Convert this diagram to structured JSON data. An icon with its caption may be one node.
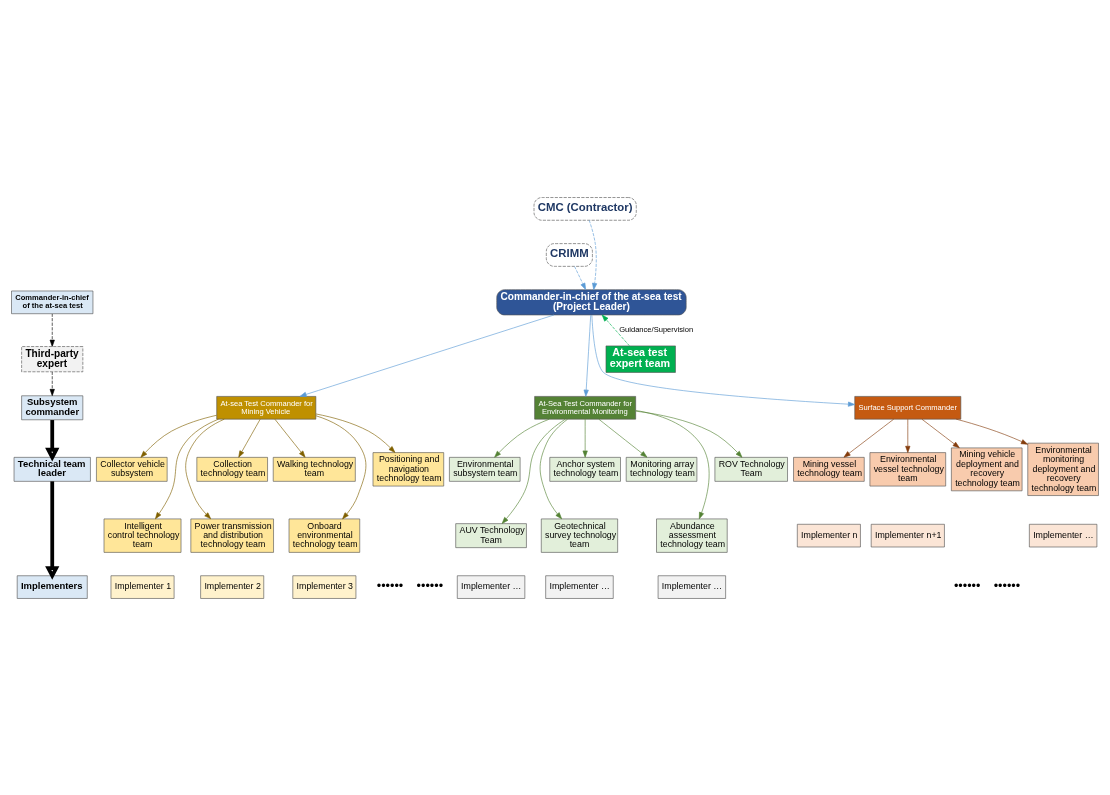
{
  "diagram": {
    "nodes": [
      {
        "text": [
          "Commander-in-chief of the at-sea test"
        ]
      },
      {
        "text": [
          "Third-party expert"
        ]
      },
      {
        "text": [
          "Subsystem commander"
        ]
      },
      {
        "text": [
          "Technical team leader"
        ]
      },
      {
        "text": [
          "Implementers"
        ]
      },
      {
        "text": [
          "CMC (Contractor)"
        ]
      },
      {
        "text": [
          "CRIMM"
        ]
      },
      {
        "text": [
          "Commander-in-chief of the at-sea test (Project Leader)"
        ]
      },
      {
        "text": [
          "At-sea test expert team"
        ]
      },
      {
        "text": [
          "At-sea Test Commander for Mining Vehicle"
        ]
      },
      {
        "text": [
          "At-Sea Test Commander for Environmental Monitoring"
        ]
      },
      {
        "text": [
          "Surface Support Commander"
        ]
      },
      {
        "text": [
          "Collector vehicle subsystem"
        ]
      },
      {
        "text": [
          "Collection technology team"
        ]
      },
      {
        "text": [
          "Walking technology team"
        ]
      },
      {
        "text": [
          "Positioning and navigation technology team"
        ]
      },
      {
        "text": [
          "Intelligent control technology team"
        ]
      },
      {
        "text": [
          "Power transmission and distribution technology team"
        ]
      },
      {
        "text": [
          "Onboard environmental technology team"
        ]
      },
      {
        "text": [
          "Environmental subsystem team"
        ]
      },
      {
        "text": [
          "Anchor system technology team"
        ]
      },
      {
        "text": [
          "Monitoring array technology team"
        ]
      },
      {
        "text": [
          "ROV Technology Team"
        ]
      },
      {
        "text": [
          "AUV Technology Team"
        ]
      },
      {
        "text": [
          "Geotechnical survey technology team"
        ]
      },
      {
        "text": [
          "Abundance assessment technology team"
        ]
      },
      {
        "text": [
          "Mining vehicle deployment and recovery technology team"
        ]
      },
      {
        "text": [
          "Environmental monitoring deployment and recovery technology team"
        ]
      },
      {
        "text": [
          "Mining vessel technology team"
        ]
      },
      {
        "text": [
          "Environmental vessel technology team"
        ]
      },
      {
        "text": [
          "Implementer 1"
        ]
      },
      {
        "text": [
          "Implementer 2"
        ]
      },
      {
        "text": [
          "Implementer 3"
        ]
      },
      {
        "text": [
          "Implementer …"
        ]
      },
      {
        "text": [
          "Implementer …"
        ]
      },
      {
        "text": [
          "Implementer …"
        ]
      },
      {
        "text": [
          "Implementer …"
        ]
      },
      {
        "text": [
          "Implementer n"
        ]
      },
      {
        "text": [
          "Implementer n+1"
        ]
      }
    ],
    "edges": [
      {
        "from": 0,
        "to": 1,
        "arrow": "to",
        "style": "dashed",
        "color": "#000000"
      },
      {
        "from": 1,
        "to": 2,
        "arrow": "to",
        "style": "dashed",
        "color": "#000000"
      },
      {
        "from": 2,
        "to": 3,
        "arrow": "to",
        "style": "thick",
        "color": "#000000"
      },
      {
        "from": 3,
        "to": 4,
        "arrow": "to",
        "style": "thick",
        "color": "#000000"
      },
      {
        "from": 5,
        "to": 7,
        "arrow": "to",
        "style": "dashed",
        "color": "#5b9bd5"
      },
      {
        "from": 6,
        "to": 7,
        "arrow": "to",
        "style": "dashed",
        "color": "#5b9bd5"
      },
      {
        "from": 8,
        "to": 7,
        "arrow": "to",
        "style": "dashed",
        "color": "#00b050",
        "label": "Guidance/Supervision"
      },
      {
        "from": 7,
        "to": 9,
        "arrow": "to",
        "color": "#5b9bd5"
      },
      {
        "from": 7,
        "to": 10,
        "arrow": "to",
        "color": "#5b9bd5"
      },
      {
        "from": 7,
        "to": 11,
        "arrow": "to",
        "color": "#5b9bd5"
      },
      {
        "from": 9,
        "to": 12,
        "arrow": "to",
        "color": "#7f6000"
      },
      {
        "from": 9,
        "to": 13,
        "arrow": "to",
        "color": "#7f6000"
      },
      {
        "from": 9,
        "to": 14,
        "arrow": "to",
        "color": "#7f6000"
      },
      {
        "from": 9,
        "to": 15,
        "arrow": "to",
        "color": "#7f6000"
      },
      {
        "from": 9,
        "to": 16,
        "arrow": "to",
        "color": "#7f6000"
      },
      {
        "from": 9,
        "to": 17,
        "arrow": "to",
        "color": "#7f6000"
      },
      {
        "from": 9,
        "to": 18,
        "arrow": "to",
        "color": "#7f6000"
      },
      {
        "from": 10,
        "to": 19,
        "arrow": "to",
        "color": "#548235"
      },
      {
        "from": 10,
        "to": 20,
        "arrow": "to",
        "color": "#548235"
      },
      {
        "from": 10,
        "to": 21,
        "arrow": "to",
        "color": "#548235"
      },
      {
        "from": 10,
        "to": 22,
        "arrow": "to",
        "color": "#548235"
      },
      {
        "from": 10,
        "to": 23,
        "arrow": "to",
        "color": "#548235"
      },
      {
        "from": 10,
        "to": 24,
        "arrow": "to",
        "color": "#548235"
      },
      {
        "from": 10,
        "to": 25,
        "arrow": "to",
        "color": "#548235"
      },
      {
        "from": 11,
        "to": 26,
        "arrow": "to",
        "color": "#843c0c"
      },
      {
        "from": 11,
        "to": 27,
        "arrow": "to",
        "color": "#843c0c"
      },
      {
        "from": 11,
        "to": 28,
        "arrow": "to",
        "color": "#843c0c"
      },
      {
        "from": 11,
        "to": 29,
        "arrow": "to",
        "color": "#843c0c"
      }
    ],
    "labels": [
      "••••••",
      "••••••",
      "••••••",
      "••••••"
    ]
  }
}
